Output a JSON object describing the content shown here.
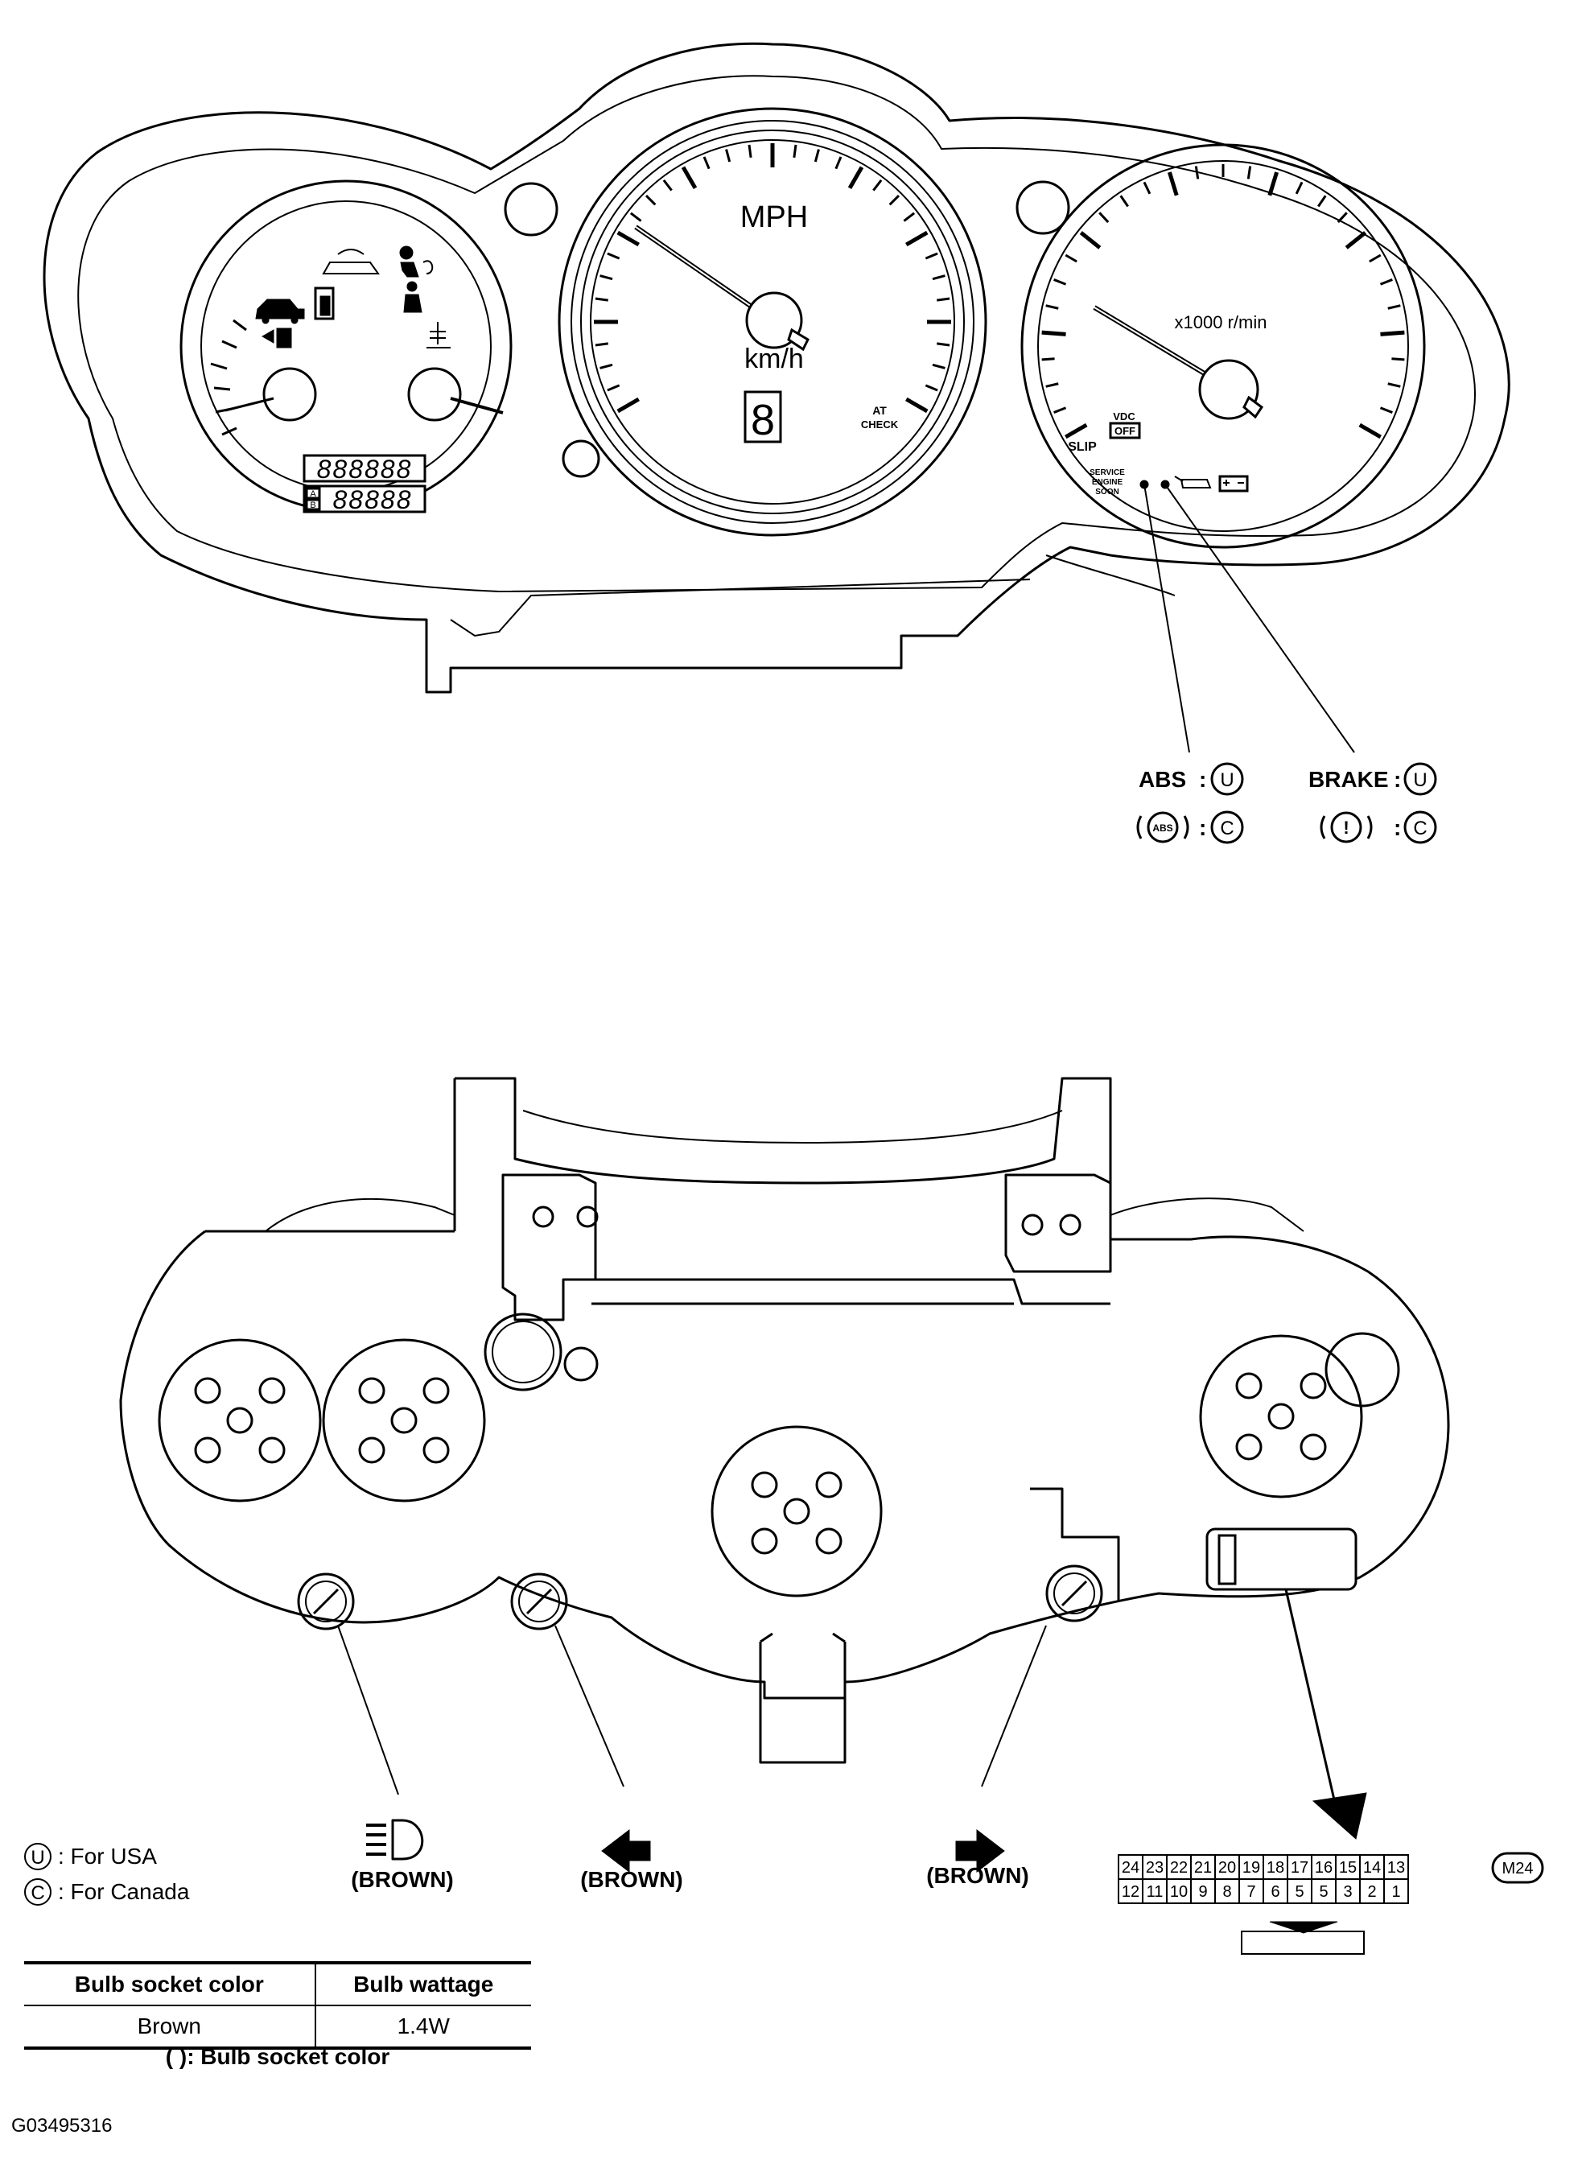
{
  "gauges": {
    "speedometer_unit_top": "MPH",
    "speedometer_unit_bottom": "km/h",
    "gear_display": "8",
    "at_label_top": "AT",
    "at_label_bottom": "CHECK",
    "tachometer_unit": "x1000 r/min",
    "slip_label": "SLIP",
    "vdc_label_top": "VDC",
    "vdc_label_bottom": "OFF",
    "service_line1": "SERVICE",
    "service_line2": "ENGINE",
    "service_line3": "SOON",
    "odometer_top": "888888",
    "odometer_bottom": "88888",
    "trip_a": "A",
    "trip_b": "B"
  },
  "callouts": {
    "abs_label": "ABS",
    "brake_label": "BRAKE",
    "separator": ":",
    "usa_code": "U",
    "canada_code": "C",
    "abs_symbol": "ABS",
    "brake_symbol": "!"
  },
  "sockets": {
    "left": "(BROWN)",
    "center_left": "(BROWN)",
    "center_right": "(BROWN)"
  },
  "connector": {
    "id": "M24",
    "top_row": [
      "24",
      "23",
      "22",
      "21",
      "20",
      "19",
      "18",
      "17",
      "16",
      "15",
      "14",
      "13"
    ],
    "bottom_row": [
      "12",
      "11",
      "10",
      "9",
      "8",
      "7",
      "6",
      "5",
      "5",
      "3",
      "2",
      "1"
    ]
  },
  "legend": {
    "usa_symbol": "U",
    "usa_text": ": For USA",
    "canada_symbol": "C",
    "canada_text": ": For Canada"
  },
  "table": {
    "headers": [
      "Bulb socket color",
      "Bulb wattage"
    ],
    "rows": [
      [
        "Brown",
        "1.4W"
      ]
    ],
    "note": "( ): Bulb socket color"
  },
  "figure_code": "G03495316"
}
